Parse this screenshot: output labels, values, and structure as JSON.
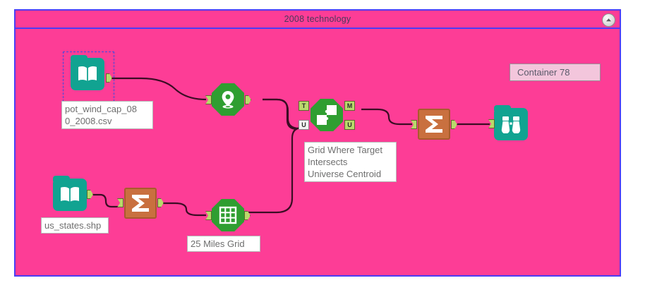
{
  "container": {
    "title": "2008 technology",
    "collapse_icon": "chevron-up-icon",
    "background_color": "#fd3d96",
    "border_color": "#4b3df5",
    "label": "Container 78"
  },
  "workflow": {
    "nodes": [
      {
        "id": "input-pot-wind",
        "tool": "Input Data",
        "icon": "book-icon",
        "color": "#11a391",
        "label": "pot_wind_cap_08\n0_2008.csv",
        "selected": true
      },
      {
        "id": "create-points",
        "tool": "Create Points",
        "icon": "map-pin-icon",
        "color": "#2f9e31",
        "label": ""
      },
      {
        "id": "spatial-match",
        "tool": "Spatial Match",
        "icon": "puzzle-icon",
        "color": "#2f9e31",
        "label": "Grid Where Target\nIntersects\nUniverse Centroid",
        "ports": {
          "inputs": [
            "T",
            "U"
          ],
          "outputs": [
            "M",
            "U"
          ]
        }
      },
      {
        "id": "summarize-top",
        "tool": "Summarize",
        "icon": "sigma-icon",
        "color": "#c9703f",
        "label": ""
      },
      {
        "id": "browse",
        "tool": "Browse",
        "icon": "binoculars-icon",
        "color": "#11a391",
        "label": ""
      },
      {
        "id": "input-us-states",
        "tool": "Input Data",
        "icon": "book-icon",
        "color": "#11a391",
        "label": "us_states.shp"
      },
      {
        "id": "summarize-bottom",
        "tool": "Summarize",
        "icon": "sigma-icon",
        "color": "#c9703f",
        "label": ""
      },
      {
        "id": "make-grid",
        "tool": "Make Grid",
        "icon": "grid-icon",
        "color": "#2f9e31",
        "label": "25 Miles Grid"
      }
    ]
  }
}
